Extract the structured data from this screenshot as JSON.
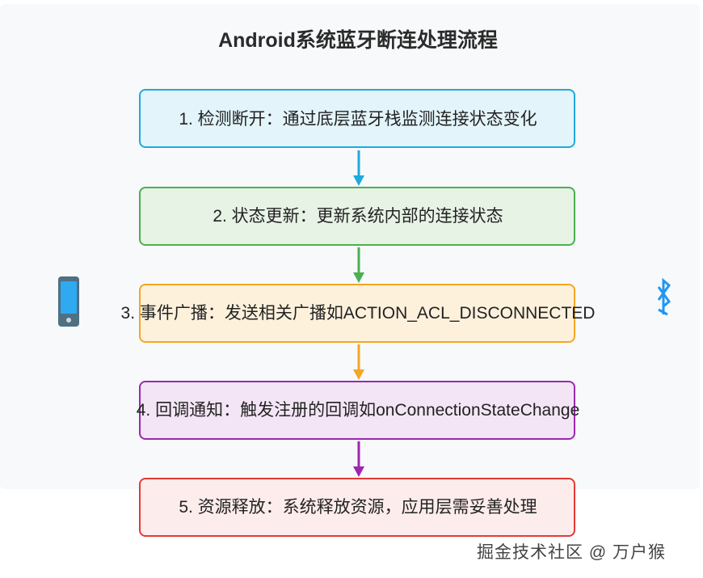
{
  "title": "Android系统蓝牙断连处理流程",
  "steps": [
    {
      "label": "1. 检测断开：通过底层蓝牙栈监测连接状态变化",
      "fill": "#e3f4fb",
      "border": "#1eaadb"
    },
    {
      "label": "2. 状态更新：更新系统内部的连接状态",
      "fill": "#e7f3e5",
      "border": "#4caf50"
    },
    {
      "label": "3. 事件广播：发送相关广播如ACTION_ACL_DISCONNECTED",
      "fill": "#fdf1dc",
      "border": "#f5a623"
    },
    {
      "label": "4. 回调通知：触发注册的回调如onConnectionStateChange",
      "fill": "#f3e5f5",
      "border": "#9c27b0"
    },
    {
      "label": "5. 资源释放：系统释放资源，应用层需妥善处理",
      "fill": "#fdecec",
      "border": "#e53935"
    }
  ],
  "arrows": [
    {
      "color": "#1eaadb"
    },
    {
      "color": "#4caf50"
    },
    {
      "color": "#f5a623"
    },
    {
      "color": "#9c27b0"
    }
  ],
  "icons": {
    "left": "phone-icon",
    "right": "bluetooth-icon"
  },
  "watermark": "掘金技术社区 @ 万户猴"
}
